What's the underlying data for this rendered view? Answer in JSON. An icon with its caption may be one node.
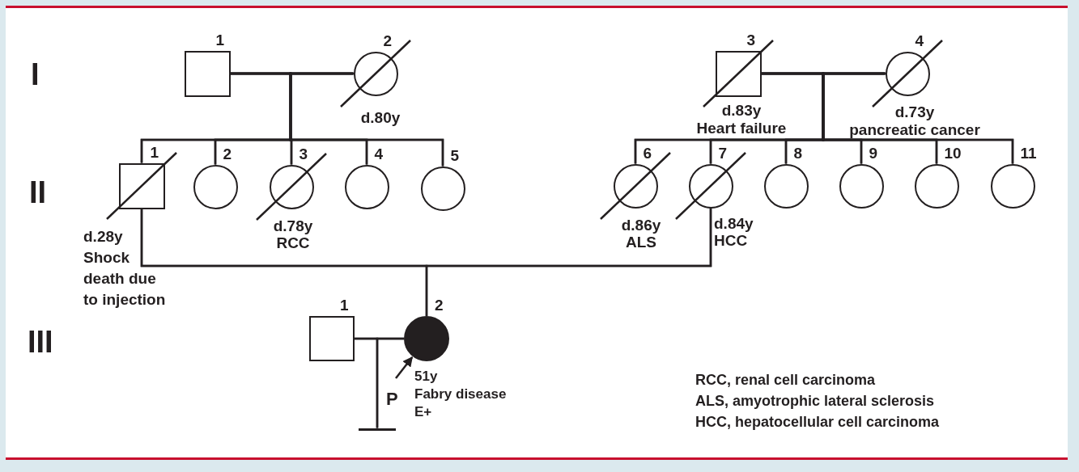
{
  "diagram": {
    "nodes": [
      {
        "text": [
          "1"
        ]
      },
      {
        "text": [
          "2"
        ],
        "beside": [
          "d.80y"
        ]
      },
      {
        "text": [
          "3"
        ],
        "beside": [
          "d.83y",
          "Heart failure"
        ]
      },
      {
        "text": [
          "4"
        ],
        "beside": [
          "d.73y",
          "pancreatic cancer"
        ]
      },
      {
        "text": [
          "1"
        ],
        "beside": [
          "d.28y",
          "Shock death due to injection"
        ]
      },
      {
        "text": [
          "2"
        ]
      },
      {
        "text": [
          "3"
        ],
        "beside": [
          "d.78y",
          "RCC"
        ]
      },
      {
        "text": [
          "4"
        ]
      },
      {
        "text": [
          "5"
        ]
      },
      {
        "text": [
          "6"
        ],
        "beside": [
          "d.86y",
          "ALS"
        ]
      },
      {
        "text": [
          "7"
        ],
        "beside": [
          "d.84y",
          "HCC"
        ]
      },
      {
        "text": [
          "8"
        ]
      },
      {
        "text": [
          "9"
        ]
      },
      {
        "text": [
          "10"
        ]
      },
      {
        "text": [
          "11"
        ]
      },
      {
        "text": [
          "1"
        ]
      },
      {
        "text": [
          "2"
        ],
        "beside": [
          "51y",
          "Fabry disease",
          "E+"
        ]
      },
      {
        "text": [],
        "shape": "bar",
        "beside": [
          "P"
        ]
      }
    ],
    "edges": [
      {
        "from": 0,
        "to": 1,
        "arrow": "none"
      },
      {
        "from": 2,
        "to": 3,
        "arrow": "none"
      },
      {
        "from": 4,
        "to": 10,
        "arrow": "none"
      },
      {
        "from": 15,
        "to": 16,
        "arrow": "none"
      },
      {
        "from": 0,
        "to": 4,
        "arrow": "none"
      },
      {
        "from": 0,
        "to": 5,
        "arrow": "none"
      },
      {
        "from": 0,
        "to": 6,
        "arrow": "none"
      },
      {
        "from": 0,
        "to": 7,
        "arrow": "none"
      },
      {
        "from": 0,
        "to": 8,
        "arrow": "none"
      },
      {
        "from": 1,
        "to": 4,
        "arrow": "none"
      },
      {
        "from": 1,
        "to": 5,
        "arrow": "none"
      },
      {
        "from": 1,
        "to": 6,
        "arrow": "none"
      },
      {
        "from": 1,
        "to": 7,
        "arrow": "none"
      },
      {
        "from": 1,
        "to": 8,
        "arrow": "none"
      },
      {
        "from": 2,
        "to": 9,
        "arrow": "none"
      },
      {
        "from": 2,
        "to": 10,
        "arrow": "none"
      },
      {
        "from": 2,
        "to": 11,
        "arrow": "none"
      },
      {
        "from": 2,
        "to": 12,
        "arrow": "none"
      },
      {
        "from": 2,
        "to": 13,
        "arrow": "none"
      },
      {
        "from": 2,
        "to": 14,
        "arrow": "none"
      },
      {
        "from": 3,
        "to": 9,
        "arrow": "none"
      },
      {
        "from": 3,
        "to": 10,
        "arrow": "none"
      },
      {
        "from": 3,
        "to": 11,
        "arrow": "none"
      },
      {
        "from": 3,
        "to": 12,
        "arrow": "none"
      },
      {
        "from": 3,
        "to": 13,
        "arrow": "none"
      },
      {
        "from": 3,
        "to": 14,
        "arrow": "none"
      },
      {
        "from": 4,
        "to": 16,
        "arrow": "none"
      },
      {
        "from": 10,
        "to": 16,
        "arrow": "none"
      },
      {
        "from": 15,
        "to": 17,
        "arrow": "none"
      },
      {
        "from": 16,
        "to": 17,
        "arrow": "none"
      },
      {
        "from": null,
        "to": 16,
        "arrow": "to"
      }
    ],
    "labels": [
      "I",
      "II",
      "III",
      "RCC, renal cell carcinoma",
      "ALS, amyotrophic lateral sclerosis",
      "HCC, hepatocellular cell carcinoma"
    ]
  }
}
